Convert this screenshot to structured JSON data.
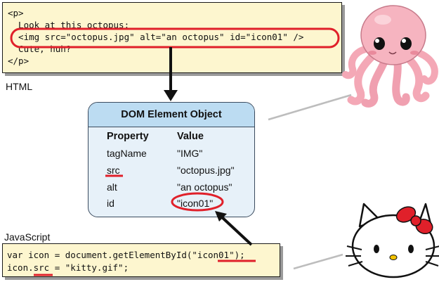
{
  "html_label": "HTML",
  "js_label": "JavaScript",
  "html_code": [
    "<p>",
    "  Look at this octopus:",
    "  <img src=\"octopus.jpg\" alt=\"an octopus\" id=\"icon01\" />",
    "  Cute, huh?",
    "</p>"
  ],
  "js_code": [
    "var icon = document.getElementById(\"icon01\");",
    "icon.src = \"kitty.gif\";"
  ],
  "dom": {
    "title": "DOM Element Object",
    "header_property": "Property",
    "header_value": "Value",
    "rows": [
      {
        "property": "tagName",
        "value": "\"IMG\""
      },
      {
        "property": "src",
        "value": "\"octopus.jpg\""
      },
      {
        "property": "alt",
        "value": "\"an octopus\""
      },
      {
        "property": "id",
        "value": "\"icon01\""
      }
    ]
  },
  "colors": {
    "highlight": "#e0202a",
    "code_bg": "#fdf6cf",
    "dom_header_bg": "#bcdcf2",
    "dom_body_bg": "#e7f1f9"
  },
  "images": [
    "octopus-icon",
    "hello-kitty-icon"
  ]
}
